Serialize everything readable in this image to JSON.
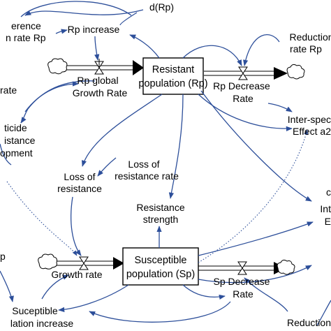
{
  "stocks": {
    "resistant": {
      "line1": "Resistant",
      "line2": "population (Rp)"
    },
    "susceptible": {
      "line1": "Susceptible",
      "line2": "population (Sp)"
    }
  },
  "labels": {
    "d_rp": "d(Rp)",
    "difference_rp": {
      "line1": "erence",
      "line2": "n rate Rp"
    },
    "rp_increase": "Rp increase",
    "reduction_rate_rp": {
      "line1": "Reduction",
      "line2": "rate Rp"
    },
    "rp_global_growth": {
      "line1": "Rp global",
      "line2": "Growth Rate"
    },
    "rp_decrease": {
      "line1": "Rp Decrease",
      "line2": "Rate"
    },
    "inter_species": {
      "line1": "Inter-spec",
      "line2": "Effect a2"
    },
    "left_rate": "rate",
    "pesticide": {
      "line1": "ticide",
      "line2": "istance",
      "line3": "opment"
    },
    "loss_of_resistance_rate": {
      "line1": "Loss of",
      "line2": "resistance rate"
    },
    "loss_of_resistance": {
      "line1": "Loss of",
      "line2": "resistance"
    },
    "resistance_strength": {
      "line1": "Resistance",
      "line2": "strength"
    },
    "right_c": "c",
    "right_int": {
      "line1": "Int",
      "line2": "E"
    },
    "left_p": "p",
    "growth_rate": "Growth rate",
    "sp_decrease": {
      "line1": "Sp Decrease",
      "line2": "Rate"
    },
    "suceptible_increase": {
      "line1": "Suceptible",
      "line2": "lation increase"
    },
    "reduction_bottom": "Reduction"
  }
}
